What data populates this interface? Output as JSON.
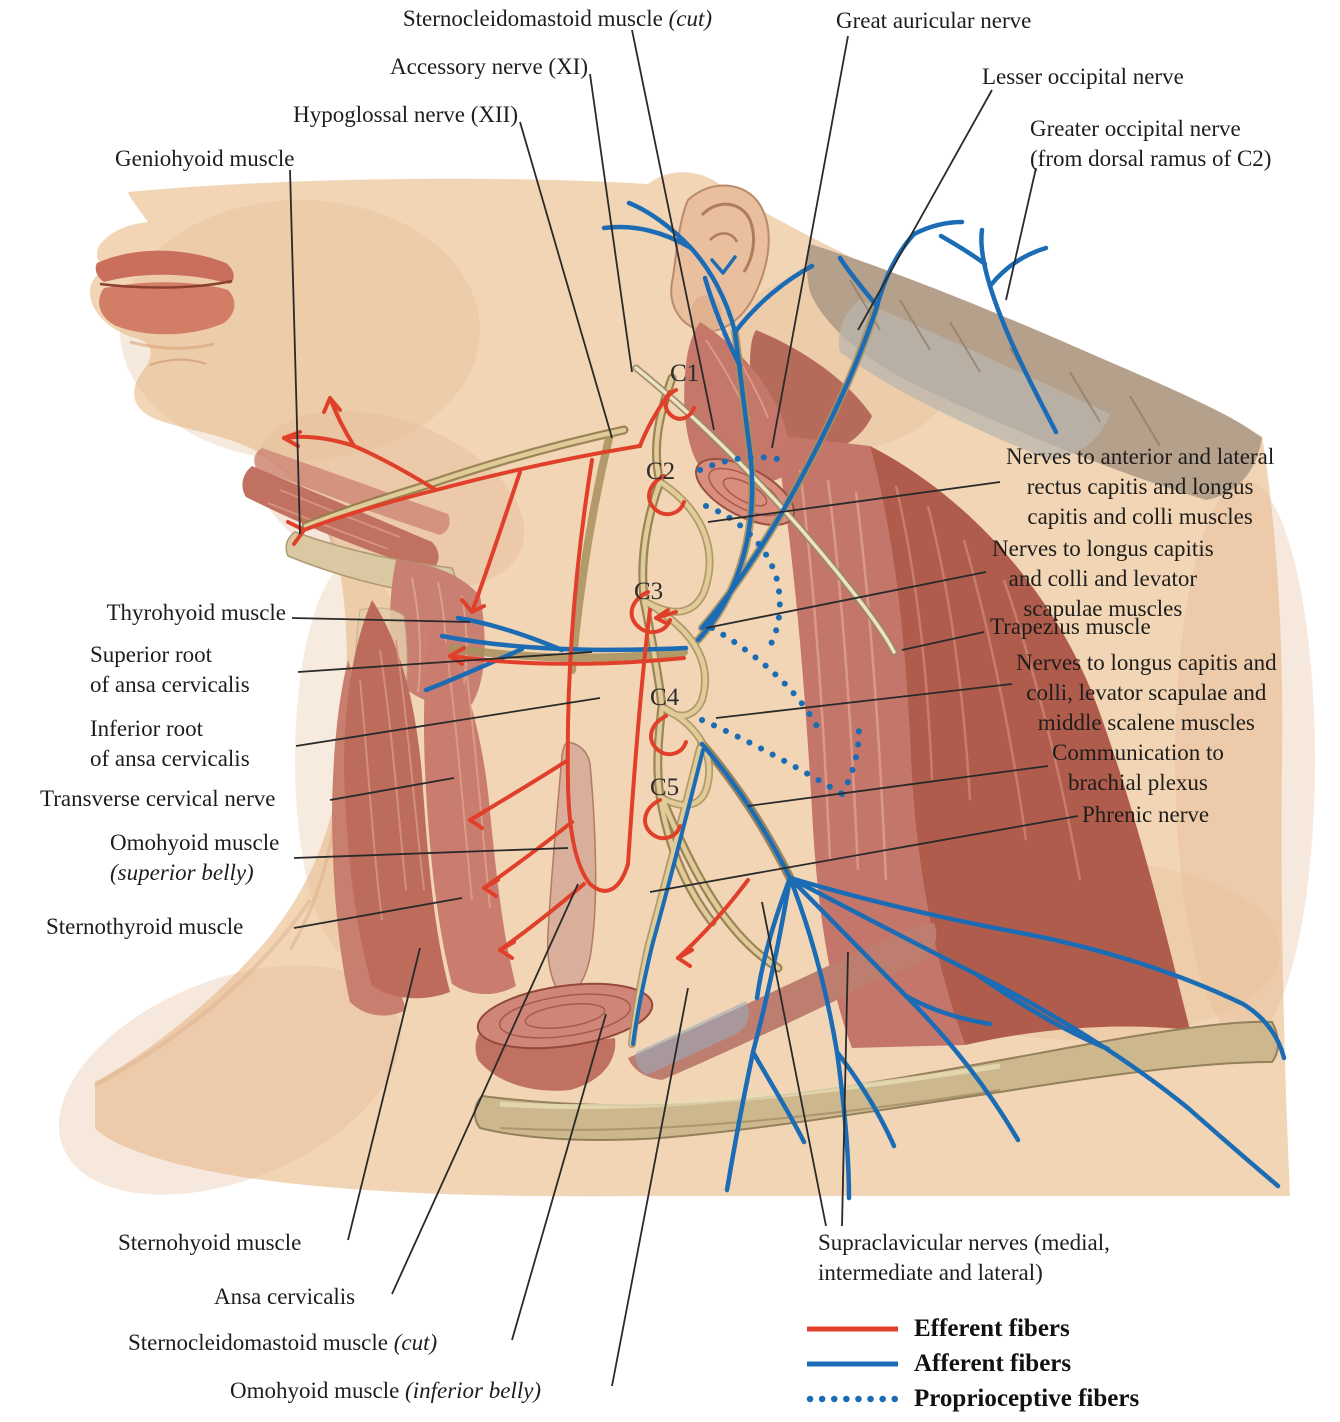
{
  "figure": {
    "type": "anatomical-diagram",
    "subject": "Cervical plexus in situ",
    "cervical_levels": [
      "C1",
      "C2",
      "C3",
      "C4",
      "C5"
    ]
  },
  "labels": {
    "scm_cut_top": {
      "text": "Sternocleidomastoid muscle ",
      "italic": "(cut)"
    },
    "accessory_nerve": {
      "text": "Accessory nerve (XI)"
    },
    "hypoglossal_nerve": {
      "text": "Hypoglossal nerve (XII)"
    },
    "geniohyoid_muscle": {
      "text": "Geniohyoid muscle"
    },
    "great_auricular_nerve": {
      "text": "Great auricular nerve"
    },
    "lesser_occipital_nerve": {
      "text": "Lesser occipital nerve"
    },
    "greater_occipital_nerve": {
      "lines": [
        "Greater occipital nerve",
        "(from dorsal ramus of C2)"
      ]
    },
    "nerves_rectus_capitis": {
      "lines": [
        "Nerves to anterior and lateral",
        "rectus capitis and longus",
        "capitis and colli muscles"
      ]
    },
    "nerves_longus_levator": {
      "lines": [
        "Nerves to longus capitis",
        "and colli and levator",
        "scapulae muscles"
      ]
    },
    "trapezius_muscle": {
      "text": "Trapezius muscle"
    },
    "nerves_longus_scalene": {
      "lines": [
        "Nerves to longus capitis and",
        "colli, levator scapulae and",
        "middle scalene muscles"
      ]
    },
    "communication_brachial": {
      "lines": [
        "Communication to",
        "brachial plexus"
      ]
    },
    "phrenic_nerve": {
      "text": "Phrenic nerve"
    },
    "thyrohyoid_muscle": {
      "text": "Thyrohyoid muscle"
    },
    "superior_root_ansa": {
      "lines": [
        "Superior root",
        "of ansa cervicalis"
      ]
    },
    "inferior_root_ansa": {
      "lines": [
        "Inferior root",
        "of ansa cervicalis"
      ]
    },
    "transverse_cervical_nerve": {
      "text": "Transverse cervical nerve"
    },
    "omohyoid_superior": {
      "line1": "Omohyoid muscle",
      "line2": "(superior belly)"
    },
    "sternothyroid_muscle": {
      "text": "Sternothyroid muscle"
    },
    "sternohyoid_muscle": {
      "text": "Sternohyoid muscle"
    },
    "ansa_cervicalis": {
      "text": "Ansa cervicalis"
    },
    "scm_cut_bottom": {
      "text": "Sternocleidomastoid muscle ",
      "italic": "(cut)"
    },
    "omohyoid_inferior": {
      "text": "Omohyoid muscle ",
      "italic": "(inferior belly)"
    },
    "supraclavicular_nerves": {
      "lines": [
        "Supraclavicular nerves (medial,",
        "intermediate and lateral)"
      ]
    }
  },
  "legend": {
    "items": [
      {
        "label": "Efferent fibers",
        "color": "#e0402a",
        "line_style": "solid"
      },
      {
        "label": "Afferent fibers",
        "color": "#1b6cb4",
        "line_style": "solid"
      },
      {
        "label": "Proprioceptive fibers",
        "color": "#1b6cb4",
        "line_style": "dotted"
      }
    ]
  },
  "colors": {
    "efferent_red": "#e0402a",
    "afferent_blue": "#1b6cb4",
    "label_text": "#1d1d1b",
    "skin": "#f2d5b5",
    "muscle": "#c4766a",
    "bone": "#cdb88e",
    "nerve_trunk": "#d6c08c"
  }
}
